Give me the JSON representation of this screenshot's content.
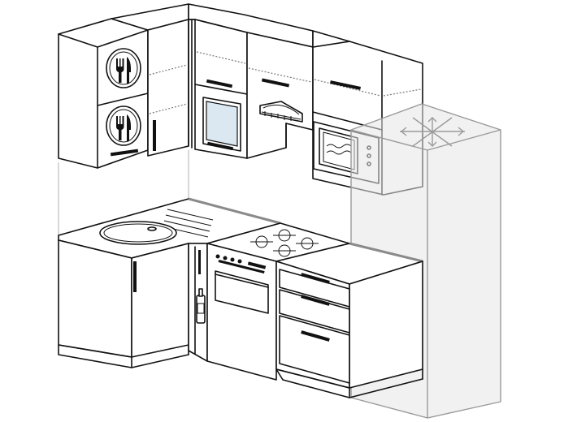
{
  "scene": {
    "palette": {
      "line": "#111111",
      "fill": "#ffffff",
      "countertop_edge": "#8a8a8a",
      "glass": "#dbe8f2",
      "fridge": "#e6e6e6",
      "fridge_line": "#9a9a9a"
    },
    "components": {
      "wall_cabinet_icons": [
        "fork-knife-icon",
        "fork-knife-icon"
      ],
      "appliances": [
        "sink",
        "gas-stove",
        "oven",
        "microwave",
        "range-hood",
        "refrigerator"
      ],
      "fridge_icon": "snowflake-icon",
      "drawer_count": 3,
      "burner_count": 4,
      "stove_knob_count": 4
    }
  }
}
